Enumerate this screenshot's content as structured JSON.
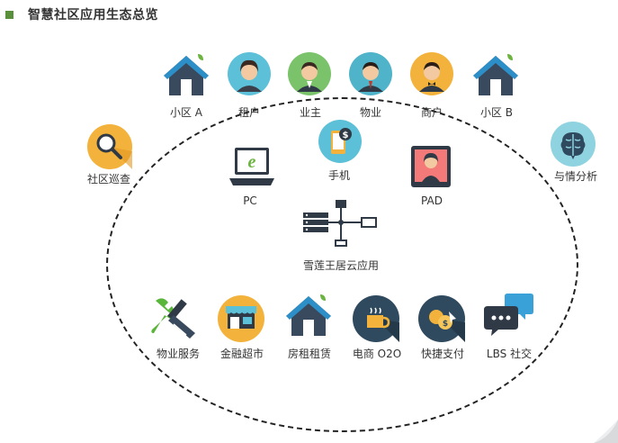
{
  "title": "智慧社区应用生态总览",
  "top_row": {
    "community_a": "小区 A",
    "tenant": "租户",
    "owner": "业主",
    "property": "物业",
    "merchant": "商户",
    "community_b": "小区 B"
  },
  "side": {
    "patrol": "社区巡查",
    "sentiment": "与情分析"
  },
  "devices": {
    "pc": "PC",
    "phone": "手机",
    "pad": "PAD"
  },
  "core": "雪莲王居云应用",
  "bottom_row": {
    "property_service": "物业服务",
    "finance_mall": "金融超市",
    "housing_rental": "房租租赁",
    "ecommerce": "电商 O2O",
    "quick_pay": "快捷支付",
    "lbs_social": "LBS 社交"
  }
}
